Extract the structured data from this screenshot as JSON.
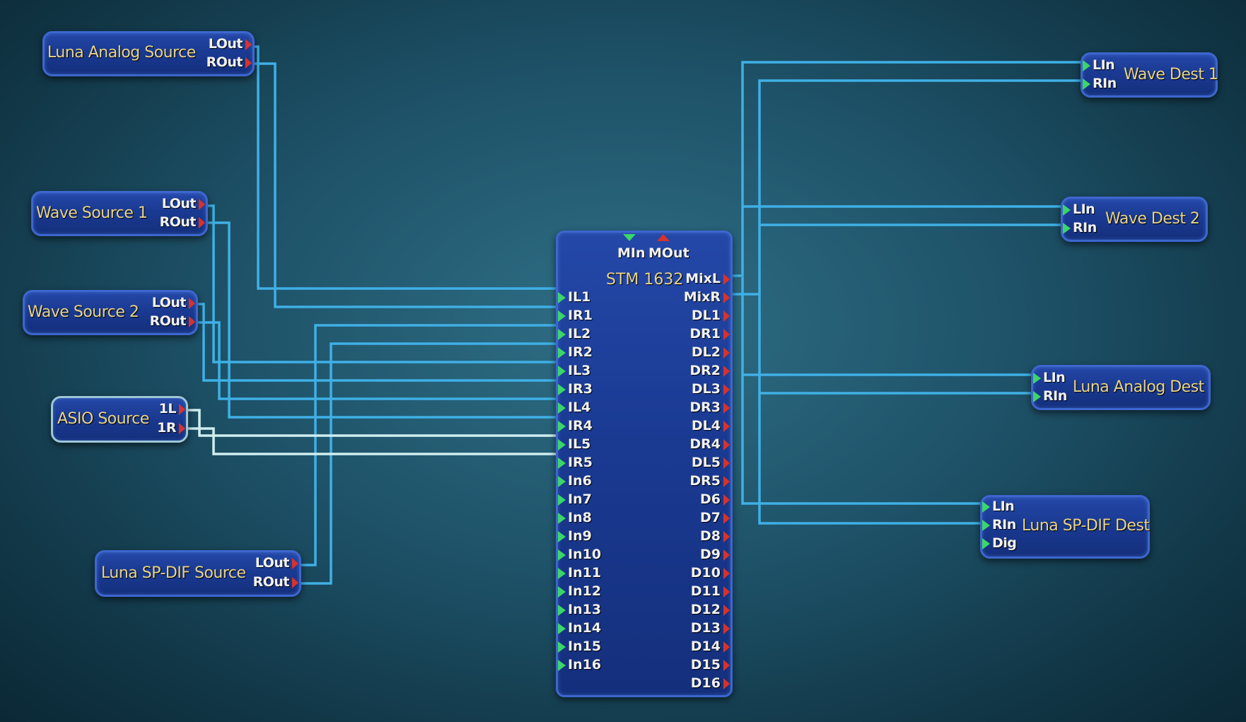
{
  "colors": {
    "wire": "#3fb0e6",
    "wire_highlight": "#cfeef0",
    "module_fill": "#1a3a92",
    "title_text": "#e8d48a",
    "input_arrow": "#3bd56a",
    "output_arrow": "#d8322c"
  },
  "sources": {
    "luna_analog": {
      "title": "Luna Analog Source",
      "l": "LOut",
      "r": "ROut"
    },
    "wave1": {
      "title": "Wave Source 1",
      "l": "LOut",
      "r": "ROut"
    },
    "wave2": {
      "title": "Wave Source 2",
      "l": "LOut",
      "r": "ROut"
    },
    "asio": {
      "title": "ASIO Source",
      "l": "1L",
      "r": "1R"
    },
    "spdif": {
      "title": "Luna SP-DIF Source",
      "l": "LOut",
      "r": "ROut"
    }
  },
  "mixer": {
    "title": "STM 1632",
    "min_label": "MIn",
    "mout_label": "MOut",
    "inputs": [
      "IL1",
      "IR1",
      "IL2",
      "IR2",
      "IL3",
      "IR3",
      "IL4",
      "IR4",
      "IL5",
      "IR5",
      "In6",
      "In7",
      "In8",
      "In9",
      "In10",
      "In11",
      "In12",
      "In13",
      "In14",
      "In15",
      "In16"
    ],
    "outputs": [
      "MixL",
      "MixR",
      "DL1",
      "DR1",
      "DL2",
      "DR2",
      "DL3",
      "DR3",
      "DL4",
      "DR4",
      "DL5",
      "DR5",
      "D6",
      "D7",
      "D8",
      "D9",
      "D10",
      "D11",
      "D12",
      "D13",
      "D14",
      "D15",
      "D16"
    ]
  },
  "dests": {
    "wave1": {
      "title": "Wave Dest 1",
      "l": "LIn",
      "r": "RIn"
    },
    "wave2": {
      "title": "Wave Dest 2",
      "l": "LIn",
      "r": "RIn"
    },
    "luna_analog": {
      "title": "Luna Analog Dest",
      "l": "LIn",
      "r": "RIn"
    },
    "spdif": {
      "title": "Luna SP-DIF Dest",
      "l": "LIn",
      "r": "RIn",
      "dig": "Dig"
    }
  }
}
